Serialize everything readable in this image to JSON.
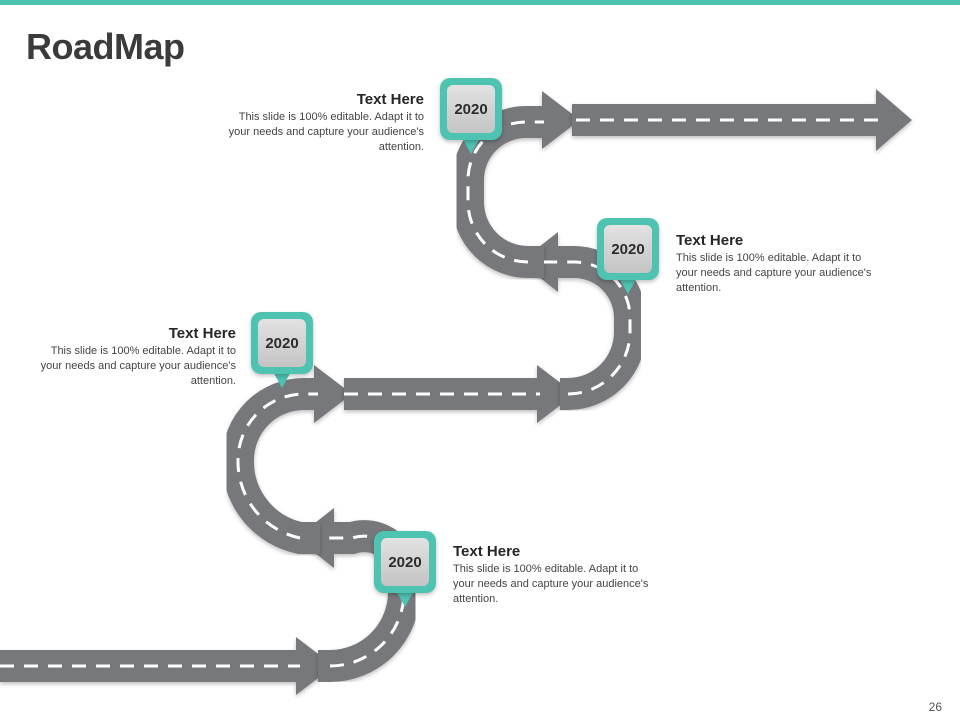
{
  "slide": {
    "title": "RoadMap",
    "page_number": "26"
  },
  "milestones": [
    {
      "year": "2020",
      "heading": "Text Here",
      "body": "This slide is 100% editable. Adapt it to your needs and capture your audience's attention."
    },
    {
      "year": "2020",
      "heading": "Text Here",
      "body": "This slide is 100% editable. Adapt it to your needs and capture your audience's attention."
    },
    {
      "year": "2020",
      "heading": "Text Here",
      "body": "This slide is 100% editable. Adapt it to your needs and capture your audience's attention."
    },
    {
      "year": "2020",
      "heading": "Text Here",
      "body": "This slide is 100% editable. Adapt it to your needs and capture your audience's attention."
    }
  ],
  "colors": {
    "accent": "#4ec3b2",
    "road": "#77787b",
    "road_marking": "#ffffff"
  }
}
